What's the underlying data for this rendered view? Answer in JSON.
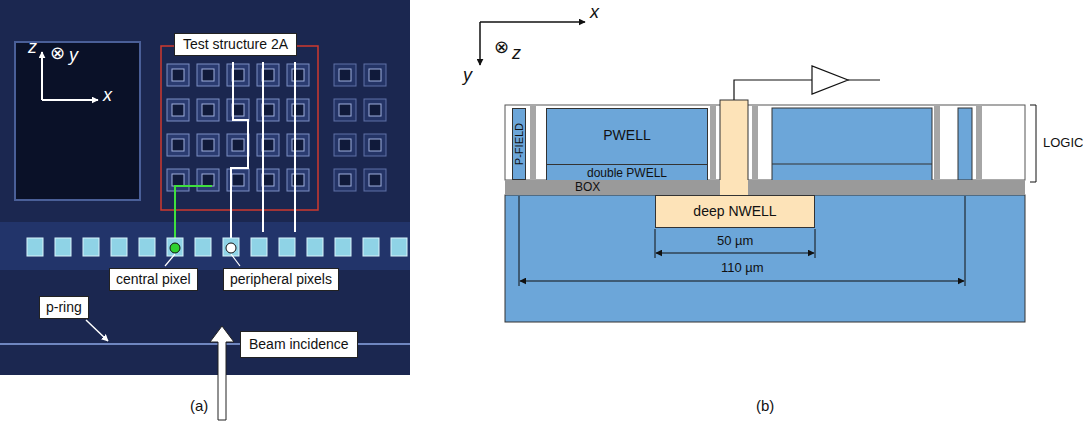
{
  "diagram": {
    "nodes": [
      {
        "text": [
          "Test structure 2A"
        ]
      },
      {
        "text": [
          "central pixel"
        ]
      },
      {
        "text": [
          "peripheral pixels"
        ]
      },
      {
        "text": [
          "p-ring"
        ]
      },
      {
        "text": [
          "Beam incidence"
        ]
      },
      {
        "text": [
          "P-FIELD"
        ]
      },
      {
        "text": [
          "PWELL"
        ]
      },
      {
        "text": [
          "double PWELL"
        ],
        "in": 6
      },
      {
        "text": [
          "BOX"
        ]
      },
      {
        "text": [
          "deep NWELL"
        ]
      }
    ],
    "labels": [
      "z",
      "⊗",
      "y",
      "x",
      "(a)",
      "x",
      "⊗",
      "z",
      "y",
      "50 µm",
      "110 µm",
      "LOGIC",
      "(b)"
    ]
  }
}
